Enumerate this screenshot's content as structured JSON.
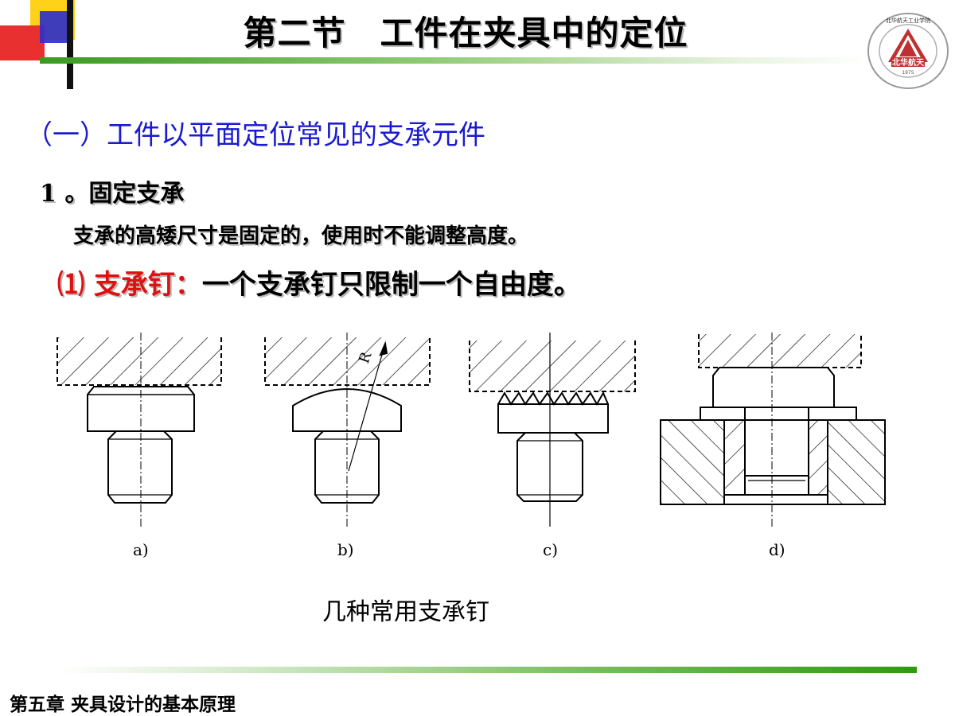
{
  "slide": {
    "title": "第二节　工件在夹具中的定位",
    "heading": "（一）工件以平面定位常见的支承元件",
    "item1": "1 。固定支承",
    "item1_desc": "支承的高矮尺寸是固定的，使用时不能调整高度。",
    "sub_label": "⑴  支承钉：",
    "sub_text": "一个支承钉只限制一个自由度。",
    "figure_caption": "几种常用支承钉",
    "footer": "第五章  夹具设计的基本原理"
  },
  "figure": {
    "labels": [
      "a)",
      "b)",
      "c)",
      "d)"
    ],
    "radius_label": "R"
  },
  "logo": {
    "banner_text": "北华航天",
    "year": "1975",
    "ring_text": "北华航天工业学院"
  },
  "colors": {
    "heading_blue": "#1a1ad0",
    "accent_red": "#e01010",
    "deco_yellow": "#ffd21a",
    "deco_blue": "#3030c8",
    "deco_red": "#e83030",
    "line_green": "#3a9a20",
    "logo_red": "#c03030"
  }
}
